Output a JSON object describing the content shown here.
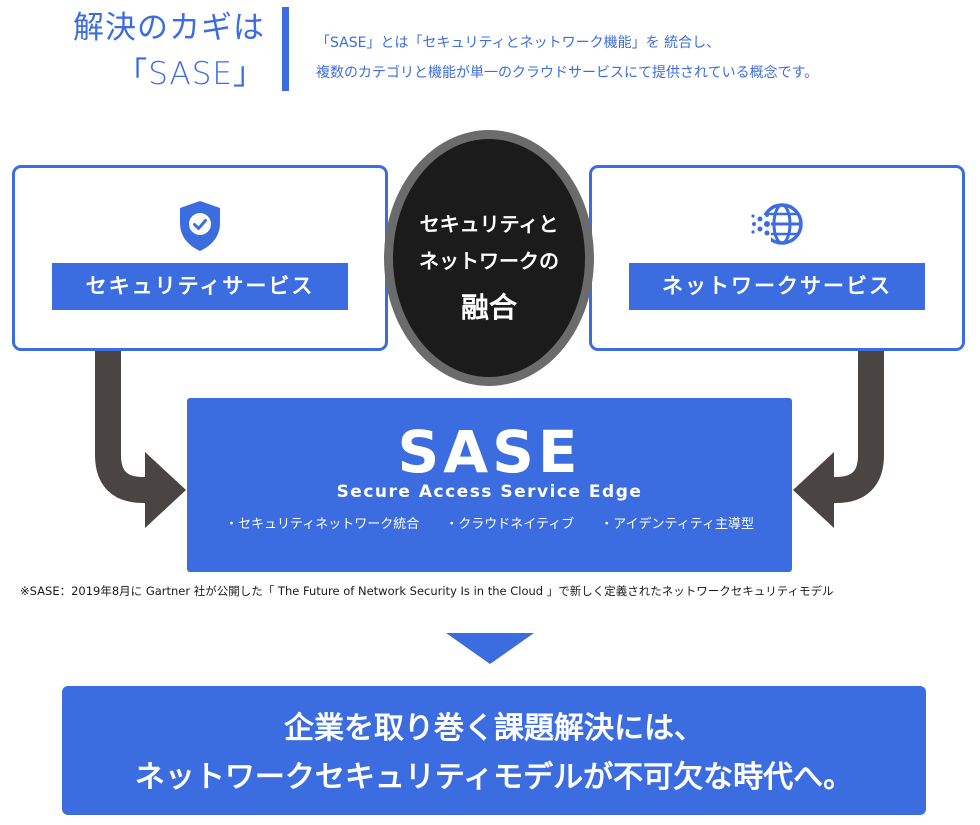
{
  "header": {
    "title_line1": "解決のカギは",
    "title_line2": "「SASE」",
    "desc_line1": "「SASE」とは「セキュリティとネットワーク機能」を 統合し、",
    "desc_line2": "複数のカテゴリと機能が単一のクラウドサービスにて提供されている概念です。"
  },
  "security": {
    "label": "セキュリティサービス",
    "icon": "shield-check-icon"
  },
  "network": {
    "label": "ネットワークサービス",
    "icon": "globe-network-icon"
  },
  "fusion": {
    "line1": "セキュリティと",
    "line2": "ネットワークの",
    "line3": "融合"
  },
  "sase": {
    "title": "SASE",
    "subtitle": "Secure Access Service Edge",
    "features": [
      "・セキュリティネットワーク統合",
      "・クラウドネイティブ",
      "・アイデンティティ主導型"
    ]
  },
  "footnote": "※SASE：2019年8月に Gartner 社が公開した「 The Future of Network Security Is in the Cloud 」で新しく定義されたネットワークセキュリティモデル",
  "conclusion": {
    "line1": "企業を取り巻く課題解決には、",
    "line2": "ネットワークセキュリティモデルが不可欠な時代へ。"
  },
  "colors": {
    "accent": "#3b6de0",
    "dark": "#1b1b1b",
    "arrow": "#4a4443",
    "ring": "#6b6b6b"
  }
}
